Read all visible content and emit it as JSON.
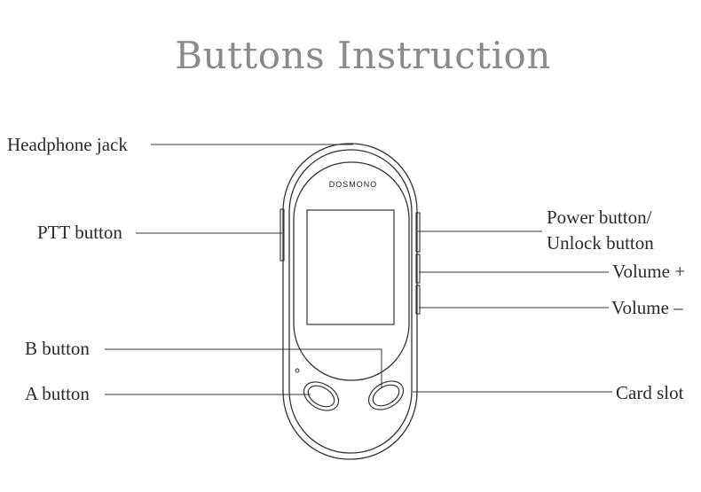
{
  "title": "Buttons Instruction",
  "brand": "DOSMONO",
  "labels": {
    "headphone_jack": "Headphone jack",
    "ptt_button": "PTT button",
    "b_button": "B button",
    "a_button": "A button",
    "power_button_line1": "Power button/",
    "power_button_line2": "Unlock button",
    "volume_up": "Volume +",
    "volume_down": "Volume –",
    "card_slot": "Card slot"
  },
  "colors": {
    "title": "#8a8a8a",
    "text": "#2a2a2a",
    "line": "#333333"
  }
}
